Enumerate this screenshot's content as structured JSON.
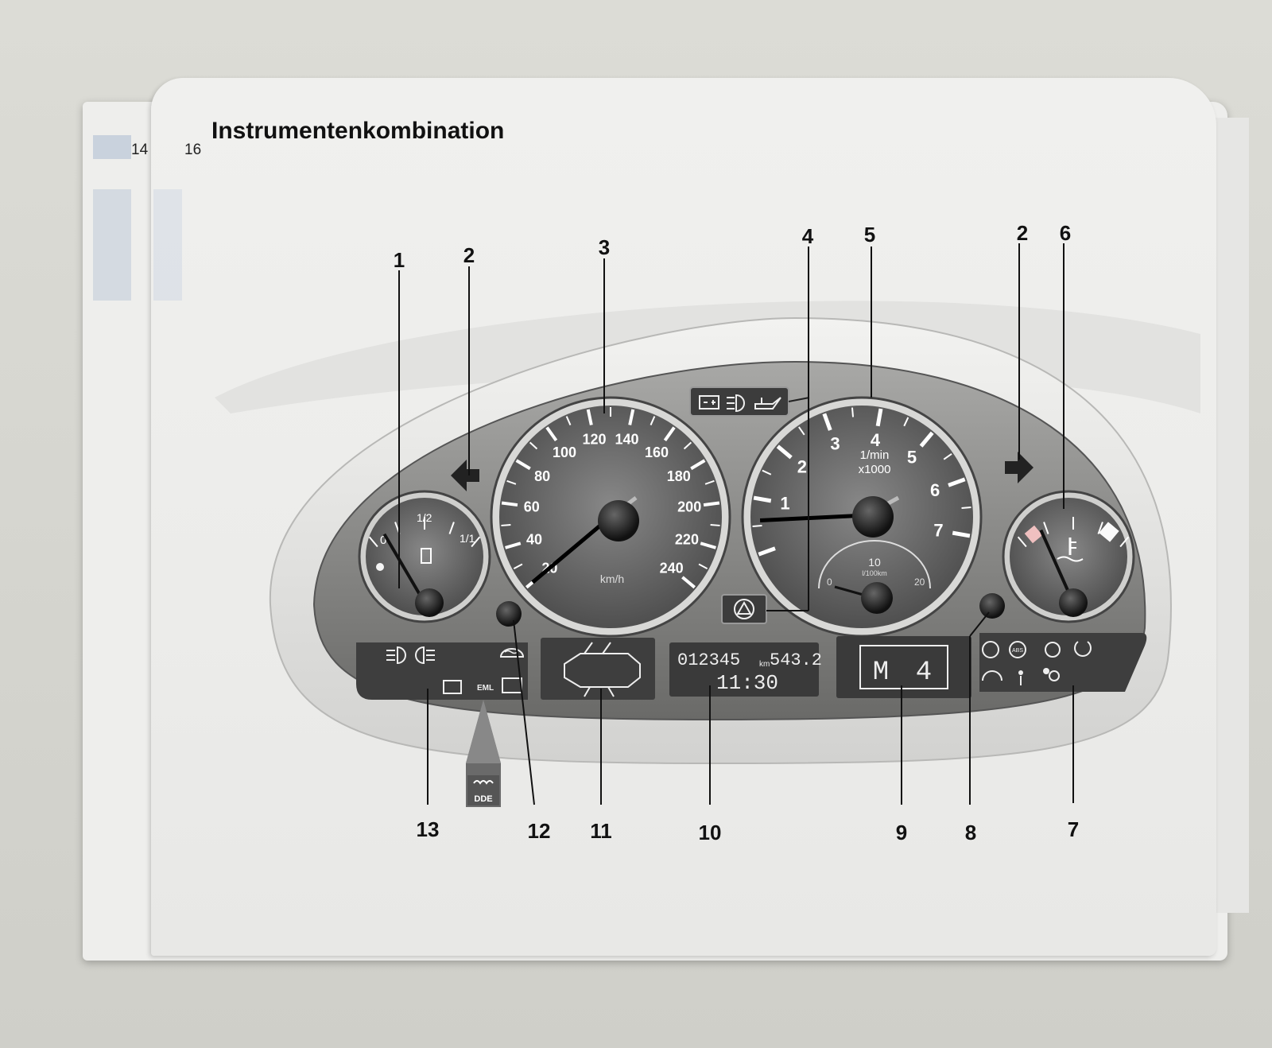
{
  "page": {
    "left_page_number": "14",
    "page_number": "16",
    "title": "Instrumentenkombination"
  },
  "callouts": [
    "1",
    "2",
    "3",
    "4",
    "5",
    "2",
    "6",
    "13",
    "12",
    "11",
    "10",
    "9",
    "8",
    "7"
  ],
  "fuel_gauge": {
    "labels": [
      "0",
      "1/2",
      "1/1"
    ],
    "level_fraction": 0.12
  },
  "speedometer": {
    "unit": "km/h",
    "ticks": [
      "20",
      "40",
      "60",
      "80",
      "100",
      "120",
      "140",
      "160",
      "180",
      "200",
      "220",
      "240"
    ],
    "value": 20
  },
  "tachometer": {
    "unit_line1": "1/min",
    "unit_line2": "x1000",
    "ticks": [
      "1",
      "2",
      "3",
      "4",
      "5",
      "6",
      "7"
    ],
    "value": 0.6
  },
  "consumption_gauge": {
    "ticks": [
      "0",
      "10",
      "20"
    ],
    "unit": "l/100km"
  },
  "temperature_gauge": {
    "icon": "coolant-temperature-icon",
    "level_fraction": 0.2
  },
  "odometer_display": {
    "odometer": "012345",
    "trip_unit": "km",
    "trip": "543.2",
    "clock": "11:30"
  },
  "gear_display": {
    "mode": "M",
    "gear": "4"
  },
  "warning_lights_left": [
    "front-fog-light-icon",
    "rear-fog-light-icon",
    "engine-check-icon",
    "EML",
    "rear-window-heat-icon",
    "battery-icon"
  ],
  "warning_lights_right": [
    "brake-icon",
    "ABS",
    "brake-pad-icon",
    "tire-pressure-icon",
    "speedometer-warning-icon",
    "seatbelt-icon",
    "airbag-icon"
  ],
  "top_indicators": [
    "battery-icon",
    "headlight-icon",
    "oil-can-icon"
  ],
  "dde_label": "DDE",
  "colors": {
    "cluster_dark": "#3a3a3a",
    "gauge_face": "#5a5a5a",
    "needle": "#000000",
    "warning_red": "#f0c0c0"
  }
}
